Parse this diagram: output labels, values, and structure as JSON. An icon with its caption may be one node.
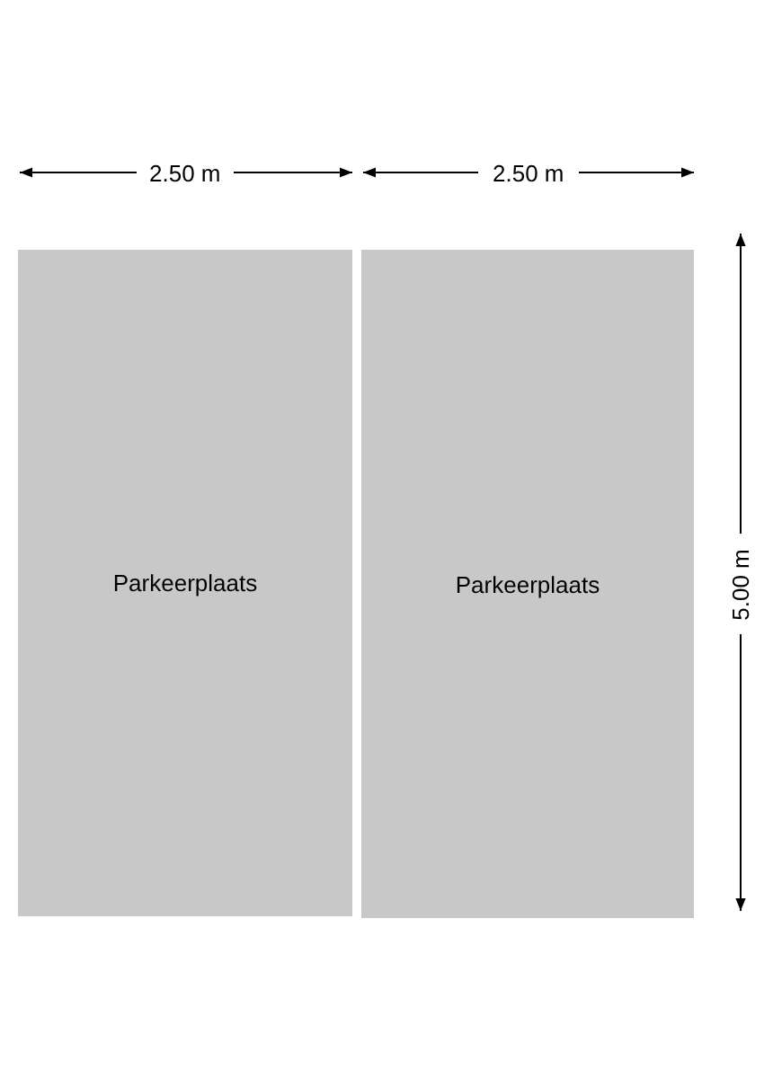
{
  "diagram": {
    "nodes": [
      {
        "text": [
          "Parkeerplaats"
        ]
      },
      {
        "text": [
          "Parkeerplaats"
        ]
      }
    ],
    "labels": [
      "2.50 m",
      "2.50 m",
      "5.00 m"
    ]
  }
}
